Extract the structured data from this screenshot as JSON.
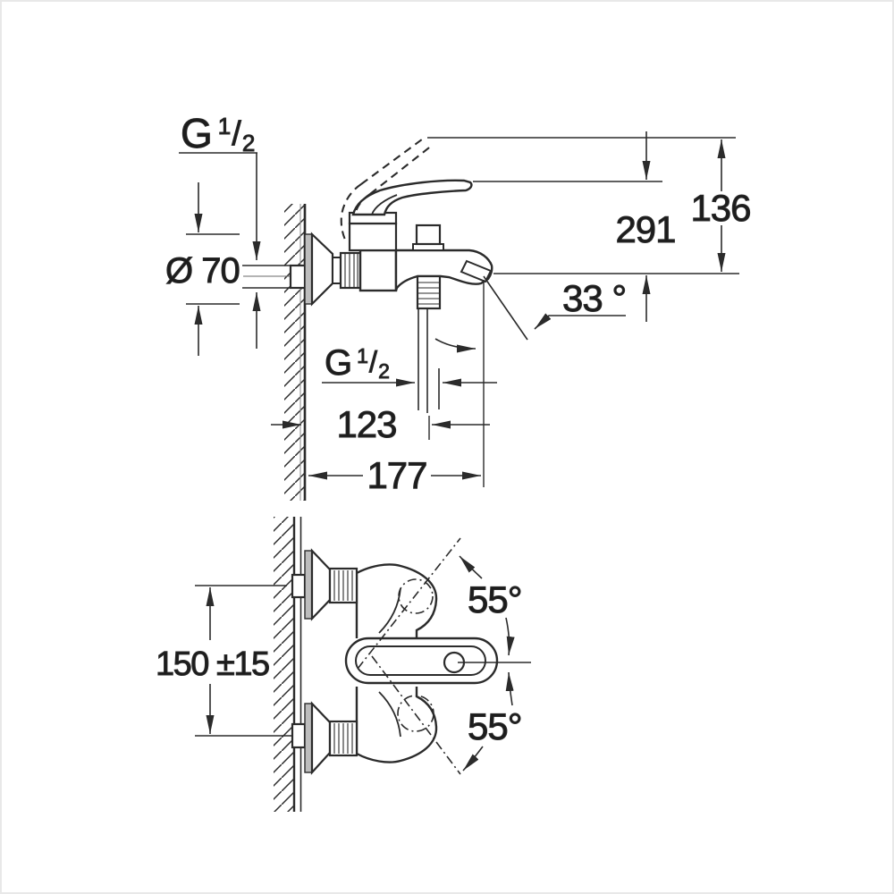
{
  "drawing": {
    "type": "technical dimension drawing, wall-mounted single-lever bath mixer",
    "colors": {
      "background": "#ffffff",
      "line": "#2b2b2b",
      "escutcheon_fill": "#bdbdbd",
      "frame": "#e8e8e8"
    },
    "side_view": {
      "inlet_thread": {
        "prefix": "G",
        "numerator": "1",
        "slash": "/",
        "denominator": "2"
      },
      "escutcheon_diameter": "Ø 70",
      "dim_height_to_handle": "291",
      "dim_height_range": "136",
      "spout_angle": "33 °",
      "outlet_thread": {
        "prefix": "G",
        "numerator": "1",
        "slash": "/",
        "denominator": "2"
      },
      "dim_wall_to_outlet": "123",
      "dim_wall_to_spout_tip": "177"
    },
    "front_view": {
      "dim_inlet_spacing": "150 ±15",
      "angle_upper": "55°",
      "angle_lower": "55°"
    }
  }
}
